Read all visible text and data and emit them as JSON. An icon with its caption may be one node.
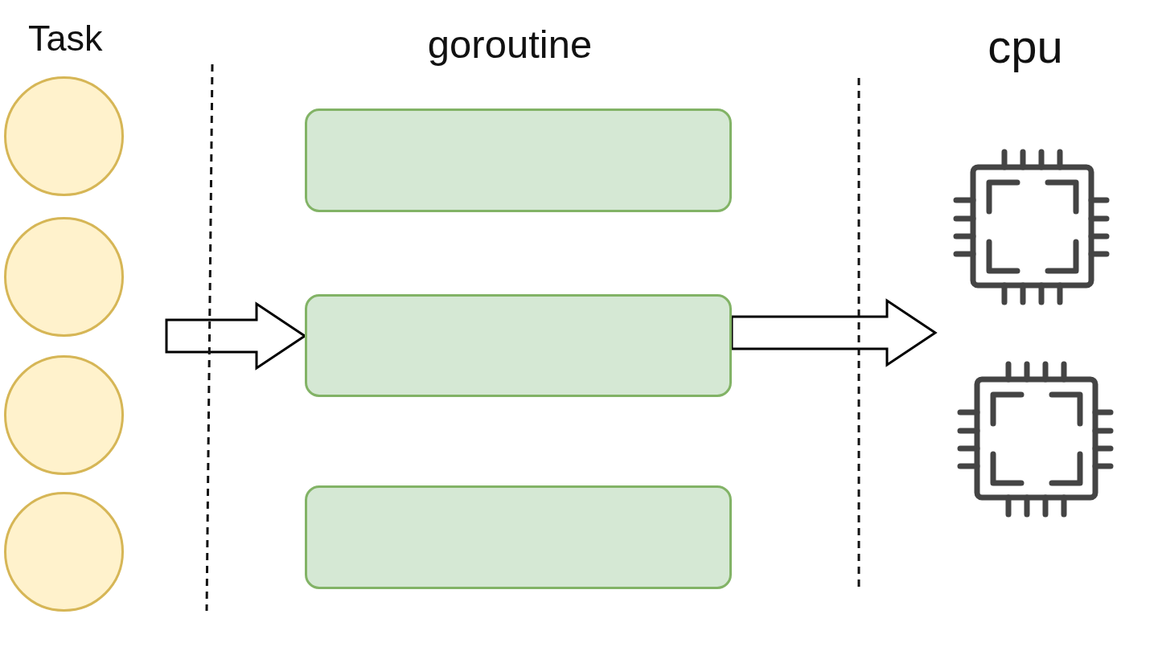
{
  "diagram": {
    "nodes": [
      {
        "text": [],
        "shape": "circle"
      },
      {
        "text": [],
        "shape": "circle"
      },
      {
        "text": [],
        "shape": "circle"
      },
      {
        "text": [],
        "shape": "circle"
      },
      {
        "text": [],
        "shape": "box"
      },
      {
        "text": [],
        "shape": "box"
      },
      {
        "text": [],
        "shape": "box"
      },
      {
        "text": [],
        "shape": "picture"
      },
      {
        "text": [],
        "shape": "picture"
      }
    ],
    "edges": [
      {
        "from": null,
        "to": 5,
        "arrow": "to"
      },
      {
        "from": 5,
        "to": null,
        "arrow": "to"
      }
    ],
    "labels": [
      "Task",
      "goroutine",
      "cpu"
    ]
  }
}
